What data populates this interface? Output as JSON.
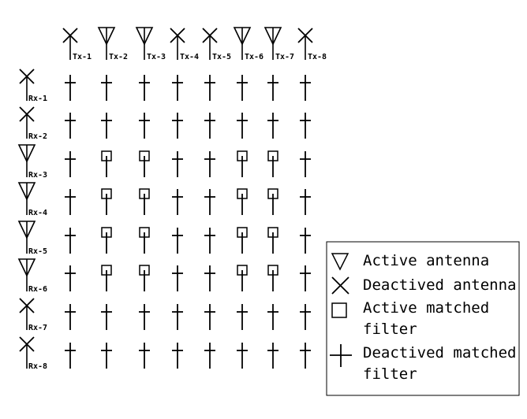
{
  "tx_antennas": [
    {
      "label": "Tx-1",
      "state": "deactivated"
    },
    {
      "label": "Tx-2",
      "state": "active"
    },
    {
      "label": "Tx-3",
      "state": "active"
    },
    {
      "label": "Tx-4",
      "state": "deactivated"
    },
    {
      "label": "Tx-5",
      "state": "deactivated"
    },
    {
      "label": "Tx-6",
      "state": "active"
    },
    {
      "label": "Tx-7",
      "state": "active"
    },
    {
      "label": "Tx-8",
      "state": "deactivated"
    }
  ],
  "rx_antennas": [
    {
      "label": "Rx-1",
      "state": "deactivated"
    },
    {
      "label": "Rx-2",
      "state": "deactivated"
    },
    {
      "label": "Rx-3",
      "state": "active"
    },
    {
      "label": "Rx-4",
      "state": "active"
    },
    {
      "label": "Rx-5",
      "state": "active"
    },
    {
      "label": "Rx-6",
      "state": "active"
    },
    {
      "label": "Rx-7",
      "state": "deactivated"
    },
    {
      "label": "Rx-8",
      "state": "deactivated"
    }
  ],
  "filter_matrix": [
    [
      0,
      0,
      0,
      0,
      0,
      0,
      0,
      0
    ],
    [
      0,
      0,
      0,
      0,
      0,
      0,
      0,
      0
    ],
    [
      0,
      1,
      1,
      0,
      0,
      1,
      1,
      0
    ],
    [
      0,
      1,
      1,
      0,
      0,
      1,
      1,
      0
    ],
    [
      0,
      1,
      1,
      0,
      0,
      1,
      1,
      0
    ],
    [
      0,
      1,
      1,
      0,
      0,
      1,
      1,
      0
    ],
    [
      0,
      0,
      0,
      0,
      0,
      0,
      0,
      0
    ],
    [
      0,
      0,
      0,
      0,
      0,
      0,
      0,
      0
    ]
  ],
  "legend": {
    "active_antenna": "Active antenna",
    "deactived_antenna": "Deactived antenna",
    "active_filter_line1": "Active matched",
    "active_filter_line2": "filter",
    "deactived_filter_line1": "Deactived matched",
    "deactived_filter_line2": "filter"
  }
}
